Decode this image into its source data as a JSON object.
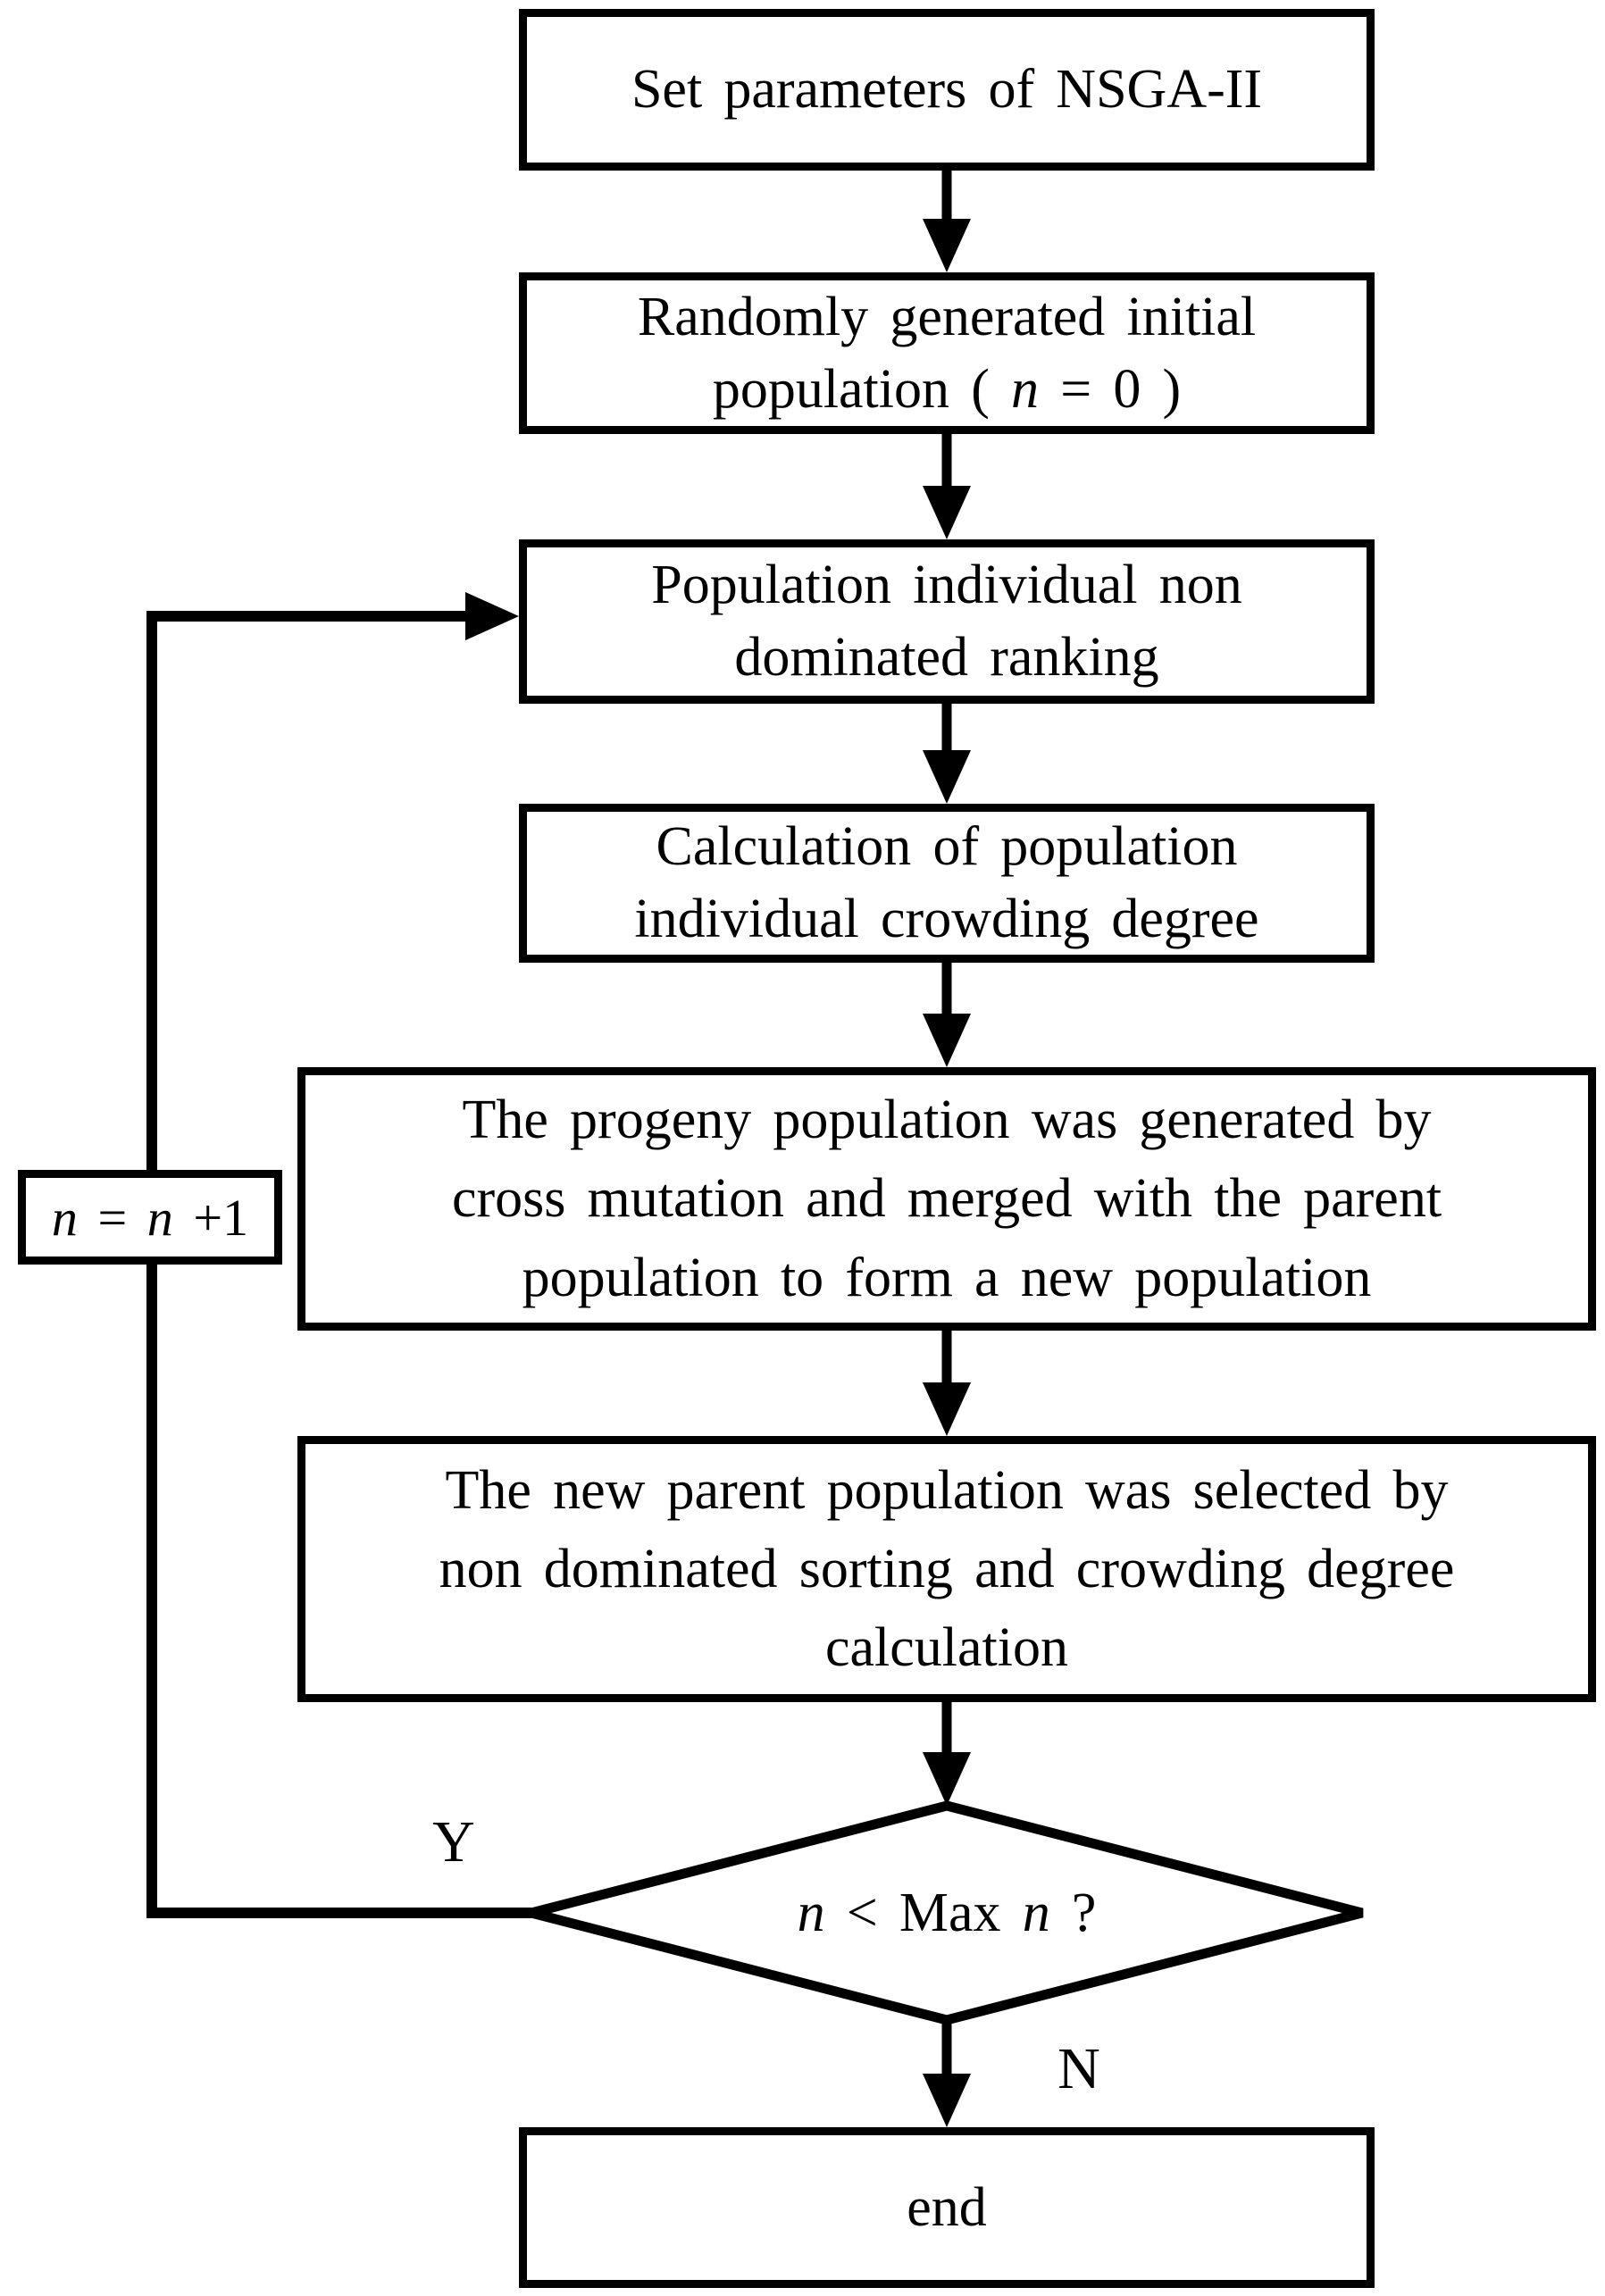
{
  "nodes": {
    "set_params": {
      "label": "Set parameters of NSGA-II"
    },
    "init_population": {
      "line1": "Randomly generated initial",
      "line2_pre": "population ( ",
      "line2_var": "n",
      "line2_post": " = 0 )"
    },
    "ranking": {
      "line1": "Population individual non",
      "line2": "dominated ranking"
    },
    "crowding": {
      "line1": "Calculation of population",
      "line2": "individual crowding degree"
    },
    "progeny": {
      "line1": "The progeny population was generated by",
      "line2": "cross mutation and merged with the parent",
      "line3": "population to form a new population"
    },
    "new_parent": {
      "line1": "The new parent population was selected by",
      "line2": "non dominated sorting and crowding degree",
      "line3": "calculation"
    },
    "increment": {
      "var1": "n",
      "eq": " = ",
      "var2": "n",
      "plus": " +1"
    },
    "decision": {
      "var1": "n",
      "mid": " < Max ",
      "var2": "n",
      "end": " ?"
    },
    "end": {
      "label": "end"
    }
  },
  "edge_labels": {
    "yes": "Y",
    "no": "N"
  },
  "colors": {
    "stroke": "#000000",
    "fill": "#ffffff"
  }
}
